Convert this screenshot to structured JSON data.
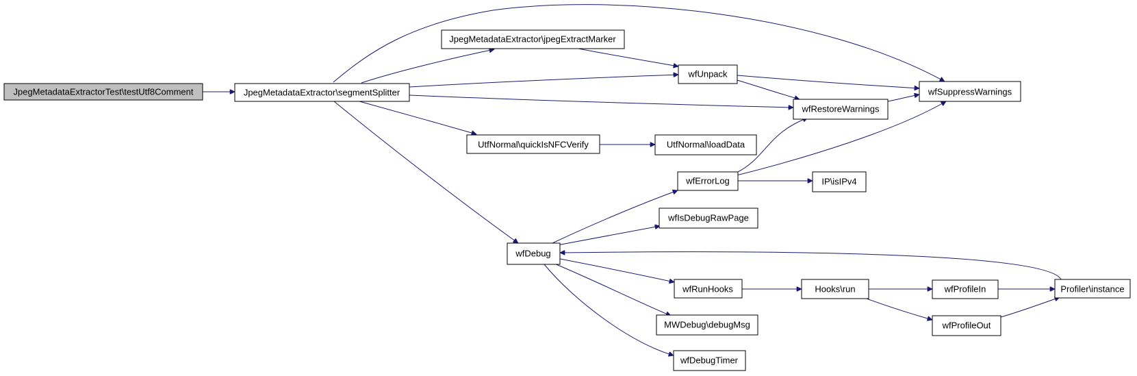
{
  "colors": {
    "edge": "#191970",
    "root_fill": "#bfbfbf",
    "node_fill": "#ffffff",
    "node_border": "#000000"
  },
  "nodes": {
    "root": "JpegMetadataExtractorTest\\testUtf8Comment",
    "segmentSplitter": "JpegMetadataExtractor\\segmentSplitter",
    "jpegExtractMarker": "JpegMetadataExtractor\\jpegExtractMarker",
    "wfUnpack": "wfUnpack",
    "wfSuppressWarnings": "wfSuppressWarnings",
    "wfRestoreWarnings": "wfRestoreWarnings",
    "quickIsNFCVerify": "UtfNormal\\quickIsNFCVerify",
    "loadData": "UtfNormal\\loadData",
    "wfErrorLog": "wfErrorLog",
    "isIPv4": "IP\\isIPv4",
    "wfIsDebugRawPage": "wfIsDebugRawPage",
    "wfDebug": "wfDebug",
    "wfRunHooks": "wfRunHooks",
    "hooksRun": "Hooks\\run",
    "wfProfileIn": "wfProfileIn",
    "profilerInstance": "Profiler\\instance",
    "wfProfileOut": "wfProfileOut",
    "debugMsg": "MWDebug\\debugMsg",
    "wfDebugTimer": "wfDebugTimer"
  },
  "edges": [
    {
      "from": "root",
      "to": "segmentSplitter"
    },
    {
      "from": "segmentSplitter",
      "to": "jpegExtractMarker"
    },
    {
      "from": "segmentSplitter",
      "to": "wfUnpack"
    },
    {
      "from": "segmentSplitter",
      "to": "wfSuppressWarnings"
    },
    {
      "from": "segmentSplitter",
      "to": "wfRestoreWarnings"
    },
    {
      "from": "segmentSplitter",
      "to": "quickIsNFCVerify"
    },
    {
      "from": "segmentSplitter",
      "to": "wfDebug"
    },
    {
      "from": "jpegExtractMarker",
      "to": "wfUnpack"
    },
    {
      "from": "wfUnpack",
      "to": "wfSuppressWarnings"
    },
    {
      "from": "wfUnpack",
      "to": "wfRestoreWarnings"
    },
    {
      "from": "wfRestoreWarnings",
      "to": "wfSuppressWarnings"
    },
    {
      "from": "quickIsNFCVerify",
      "to": "loadData"
    },
    {
      "from": "wfErrorLog",
      "to": "wfRestoreWarnings"
    },
    {
      "from": "wfErrorLog",
      "to": "wfSuppressWarnings"
    },
    {
      "from": "wfErrorLog",
      "to": "isIPv4"
    },
    {
      "from": "wfDebug",
      "to": "wfErrorLog"
    },
    {
      "from": "wfDebug",
      "to": "wfIsDebugRawPage"
    },
    {
      "from": "wfDebug",
      "to": "wfRunHooks"
    },
    {
      "from": "wfDebug",
      "to": "debugMsg"
    },
    {
      "from": "wfDebug",
      "to": "wfDebugTimer"
    },
    {
      "from": "wfRunHooks",
      "to": "hooksRun"
    },
    {
      "from": "hooksRun",
      "to": "wfProfileIn"
    },
    {
      "from": "hooksRun",
      "to": "wfProfileOut"
    },
    {
      "from": "wfProfileIn",
      "to": "profilerInstance"
    },
    {
      "from": "wfProfileOut",
      "to": "profilerInstance"
    },
    {
      "from": "profilerInstance",
      "to": "wfDebug"
    }
  ]
}
